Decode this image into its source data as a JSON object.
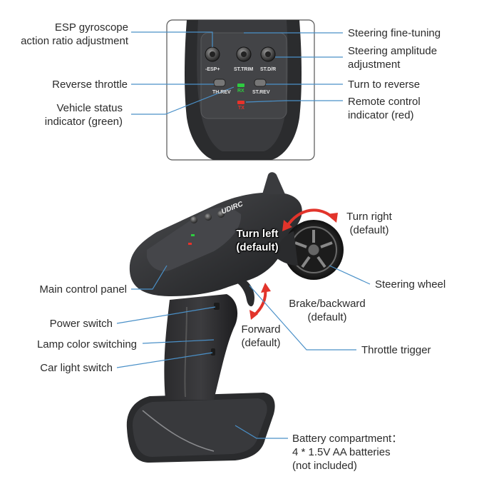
{
  "callouts": {
    "esp_gyroscope": [
      "ESP gyroscope",
      "action ratio adjustment"
    ],
    "steering_fine_tuning": "Steering fine-tuning",
    "steering_amplitude": [
      "Steering amplitude",
      "adjustment"
    ],
    "reverse_throttle": "Reverse throttle",
    "turn_to_reverse": "Turn to reverse",
    "vehicle_status": [
      "Vehicle status",
      "indicator (green)"
    ],
    "remote_control_indicator": [
      "Remote control",
      "indicator (red)"
    ],
    "turn_right": [
      "Turn right",
      "(default)"
    ],
    "turn_left": [
      "Turn left",
      "(default)"
    ],
    "main_control_panel": "Main control panel",
    "steering_wheel": "Steering wheel",
    "brake_backward": [
      "Brake/backward",
      "(default)"
    ],
    "power_switch": "Power switch",
    "forward": [
      "Forward",
      "(default)"
    ],
    "lamp_color_switching": "Lamp color switching",
    "throttle_trigger": "Throttle trigger",
    "car_light_switch": "Car light switch",
    "battery": [
      "Battery compartment：",
      "4 * 1.5V AA batteries",
      "(not included)"
    ]
  },
  "panel_labels": {
    "esp": "-ESP+",
    "st_trim": "ST.TRIM",
    "st_dr": "ST.D/R",
    "th_rev": "TH.REV",
    "rx": "RX",
    "st_rev": "ST.REV",
    "tx": "TX"
  },
  "brand": "UDIRC",
  "colors": {
    "accent_arrow": "#e2342b",
    "indicator_green": "#2ecc40",
    "indicator_red": "#e8322a",
    "leader_line": "#4a90c8",
    "body_dark": "#2a2b2d"
  }
}
